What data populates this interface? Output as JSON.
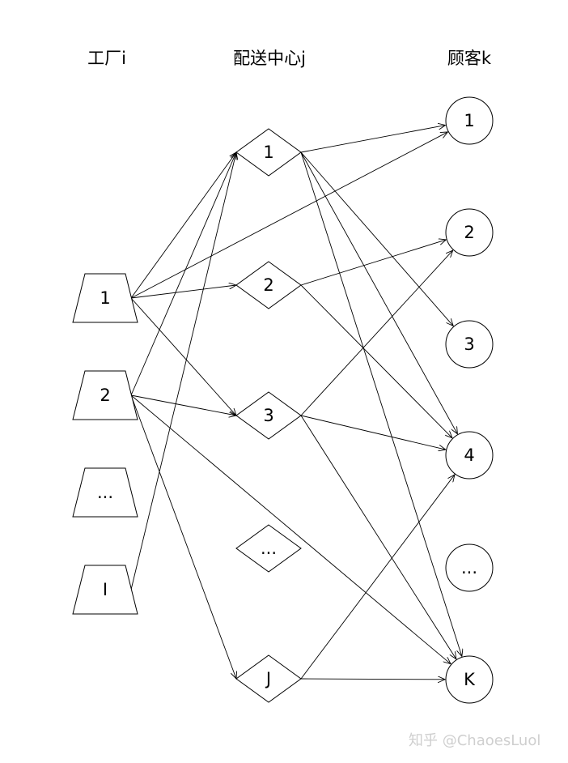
{
  "headers": {
    "factories": "工厂i",
    "centers": "配送中心j",
    "customers": "顾客k"
  },
  "factories": [
    {
      "id": "f1",
      "label": "1"
    },
    {
      "id": "f2",
      "label": "2"
    },
    {
      "id": "fdots",
      "label": "..."
    },
    {
      "id": "fI",
      "label": "I"
    }
  ],
  "centers": [
    {
      "id": "c1",
      "label": "1"
    },
    {
      "id": "c2",
      "label": "2"
    },
    {
      "id": "c3",
      "label": "3"
    },
    {
      "id": "cdots",
      "label": "..."
    },
    {
      "id": "cJ",
      "label": "J"
    }
  ],
  "customers": [
    {
      "id": "k1",
      "label": "1"
    },
    {
      "id": "k2",
      "label": "2"
    },
    {
      "id": "k3",
      "label": "3"
    },
    {
      "id": "k4",
      "label": "4"
    },
    {
      "id": "kdots",
      "label": "..."
    },
    {
      "id": "kK",
      "label": "K"
    }
  ],
  "edges": [
    {
      "from": "f1",
      "to": "c1"
    },
    {
      "from": "f1",
      "to": "c2"
    },
    {
      "from": "f1",
      "to": "c3"
    },
    {
      "from": "f1",
      "to": "k1"
    },
    {
      "from": "f2",
      "to": "c1"
    },
    {
      "from": "f2",
      "to": "c3"
    },
    {
      "from": "f2",
      "to": "cJ"
    },
    {
      "from": "f2",
      "to": "kK"
    },
    {
      "from": "fI",
      "to": "c1"
    },
    {
      "from": "c1",
      "to": "k1"
    },
    {
      "from": "c1",
      "to": "k3"
    },
    {
      "from": "c1",
      "to": "k4"
    },
    {
      "from": "c1",
      "to": "kK"
    },
    {
      "from": "c2",
      "to": "k2"
    },
    {
      "from": "c2",
      "to": "k4"
    },
    {
      "from": "c3",
      "to": "k2"
    },
    {
      "from": "c3",
      "to": "k4"
    },
    {
      "from": "c3",
      "to": "kK"
    },
    {
      "from": "cJ",
      "to": "k4"
    },
    {
      "from": "cJ",
      "to": "kK"
    }
  ],
  "watermark": "知乎 @ChaoesLuol"
}
